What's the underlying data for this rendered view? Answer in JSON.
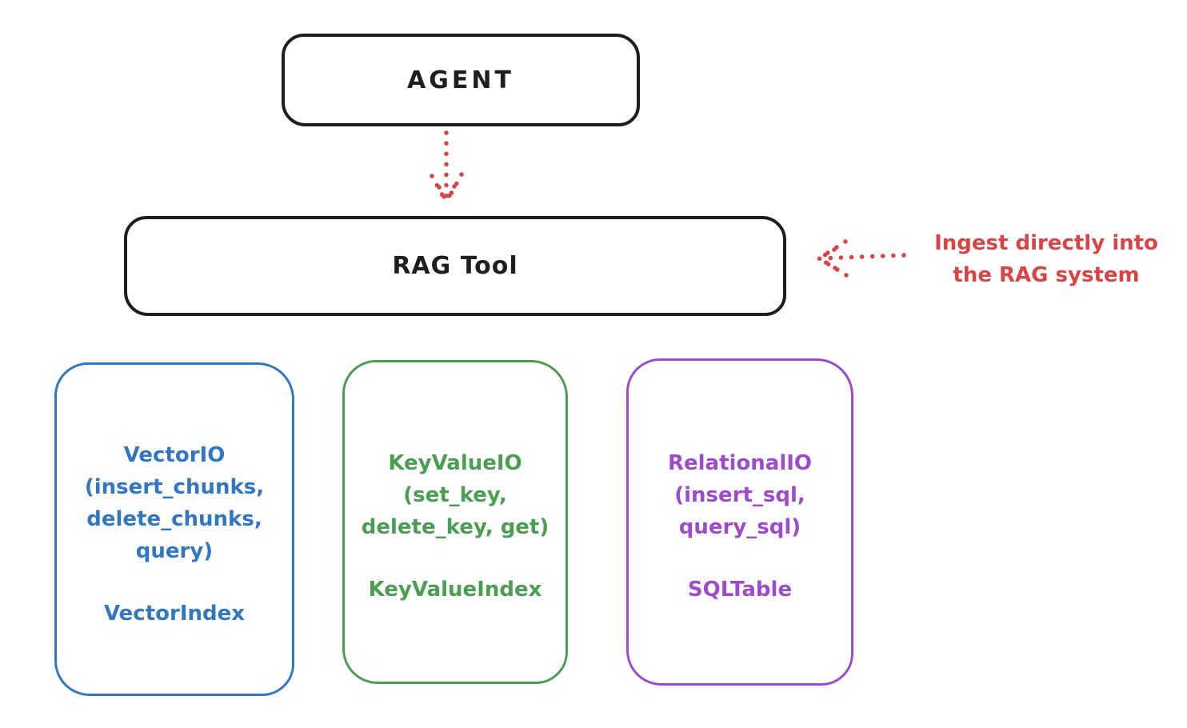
{
  "agent": {
    "label": "AGENT"
  },
  "rag_tool": {
    "label": "RAG Tool"
  },
  "annotation": {
    "line1": "Ingest directly into",
    "line2": "the RAG system"
  },
  "backends": [
    {
      "id": "vector-io",
      "title_lines": [
        "VectorIO",
        "(insert_chunks,",
        "delete_chunks,",
        "query)"
      ],
      "index_label": "VectorIndex",
      "color": "#3277c2"
    },
    {
      "id": "keyvalue-io",
      "title_lines": [
        "KeyValueIO",
        "(set_key,",
        "delete_key, get)"
      ],
      "index_label": "KeyValueIndex",
      "color": "#4a9e52"
    },
    {
      "id": "relational-io",
      "title_lines": [
        "RelationalIO",
        "(insert_sql,",
        "query_sql)"
      ],
      "index_label": "SQLTable",
      "color": "#9d4bcc"
    }
  ],
  "colors": {
    "ink": "#1e1e1e",
    "arrow_red": "#d94545",
    "background": "#ffffff"
  }
}
